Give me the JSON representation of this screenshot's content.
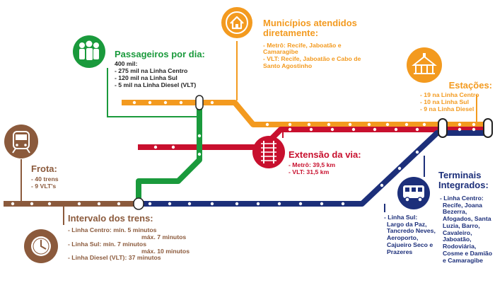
{
  "colors": {
    "orange": "#f39a1f",
    "red": "#c8102e",
    "green": "#1a9a3c",
    "navy": "#1c2f7a",
    "brown": "#8b5a3c"
  },
  "passageiros": {
    "icon": "people-icon",
    "title": "Passageiros por dia:",
    "total": "400 mil:",
    "items": [
      "- 275 mil na Linha Centro",
      "- 120 mil na Linha Sul",
      "- 5 mil na Linha Diesel (VLT)"
    ]
  },
  "municipios": {
    "icon": "house-icon",
    "title": "Municípios atendidos diretamente:",
    "items": [
      "- Metrô: Recife, Jaboatão e Camaragibe",
      "- VLT: Recife, Jaboatão e Cabo de Santo Agostinho"
    ]
  },
  "estacoes": {
    "icon": "station-icon",
    "title": "Estações:",
    "items": [
      "- 19 na Linha Centro",
      "- 10 na Linha Sul",
      "- 9 na Linha Diesel"
    ]
  },
  "frota": {
    "icon": "train-icon",
    "title": "Frota:",
    "items": [
      "- 40 trens",
      "- 9 VLT's"
    ]
  },
  "extensao": {
    "icon": "railway-track-icon",
    "title": "Extensão da via:",
    "items": [
      "- Metrô: 39,5 km",
      "- VLT: 31,5 km"
    ]
  },
  "intervalo": {
    "icon": "clock-icon",
    "title": "Intervalo dos trens:",
    "rows": [
      {
        "label": "- Linha Centro:",
        "value": "mín. 5 minutos",
        "value2": "máx. 7 minutos"
      },
      {
        "label": "- Linha Sul:",
        "value": "mín. 7 minutos",
        "value2": "máx. 10 minutos"
      },
      {
        "label": "- Linha Diesel (VLT):",
        "value": "37 minutos"
      }
    ]
  },
  "terminais": {
    "icon": "bus-icon",
    "title": "Terminais Integrados:",
    "centro_label": "- Linha Centro:",
    "centro_list": "Recife, Joana Bezerra, Afogados, Santa Luzia, Barro, Cavaleiro, Jaboatão, Rodoviária, Cosme e Damião e Camaragibe",
    "sul_label": "- Linha Sul:",
    "sul_list": "Largo da Paz, Tancredo Neves, Aeroporto, Cajueiro Seco e Prazeres"
  }
}
